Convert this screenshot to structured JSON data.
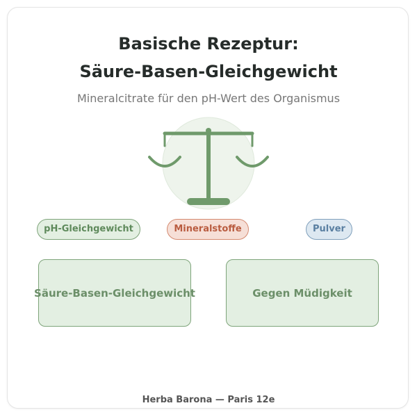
{
  "header": {
    "title_line1": "Basische Rezeptur:",
    "title_line2": "Säure-Basen-Gleichgewicht",
    "subtitle": "Mineralcitrate für den pH-Wert des Organismus"
  },
  "illustration": {
    "icon": "balance-scale-icon",
    "color": "#6f9a6b"
  },
  "tags": [
    {
      "label": "pH-Gleichgewicht",
      "color": "#5f8a5c"
    },
    {
      "label": "Mineralstoffe",
      "color": "#b95c40"
    },
    {
      "label": "Pulver",
      "color": "#5a7fa1"
    }
  ],
  "benefits": [
    {
      "label": "Säure-Basen-Gleichgewicht"
    },
    {
      "label": "Gegen Müdigkeit"
    }
  ],
  "footer": {
    "text": "Herba Barona — Paris 12e"
  }
}
